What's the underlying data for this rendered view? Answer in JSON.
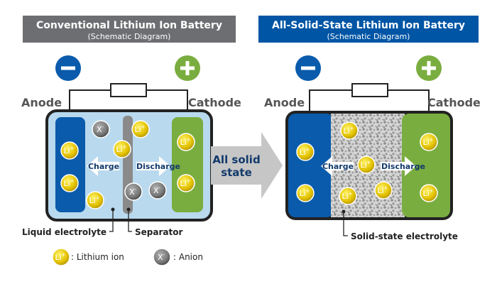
{
  "left_panel": {
    "title": "Conventional Lithium Ion Battery",
    "subtitle": "(Schematic Diagram)",
    "anode_label": "Anode",
    "cathode_label": "Cathode",
    "charge_label": "Charge",
    "discharge_label": "Discharge",
    "liquid_electrolyte_label": "Liquid electrolyte",
    "separator_label": "Separator"
  },
  "right_panel": {
    "title": "All-Solid-State Lithium Ion Battery",
    "subtitle": "(Schematic Diagram)",
    "anode_label": "Anode",
    "cathode_label": "Cathode",
    "charge_label": "Charge",
    "discharge_label": "Discharge",
    "solid_electrolyte_label": "Solid-state electrolyte"
  },
  "center_arrow": {
    "line1": "All solid",
    "line2": "state"
  },
  "legend": {
    "lithium_label": ": Lithium ion",
    "anion_label": ": Anion"
  },
  "ions": {
    "lithium": "Li",
    "lithium_charge": "+",
    "anion": "X",
    "anion_charge": "-"
  },
  "terminals": {
    "negative": "−",
    "positive": "+"
  },
  "colors": {
    "left_title_bg": "#6d6e71",
    "right_title_bg": "#0055a5",
    "anode": "#0a5bab",
    "cathode": "#7aad3f",
    "liquid": "#b9d9ee",
    "casing": "#222222",
    "lithium": "#e3c200",
    "anion": "#7a7a7a",
    "arrow": "#c6c6c6",
    "arrow_text": "#123a6b",
    "negative_terminal": "#0a5bab",
    "positive_terminal": "#7aad3f"
  }
}
